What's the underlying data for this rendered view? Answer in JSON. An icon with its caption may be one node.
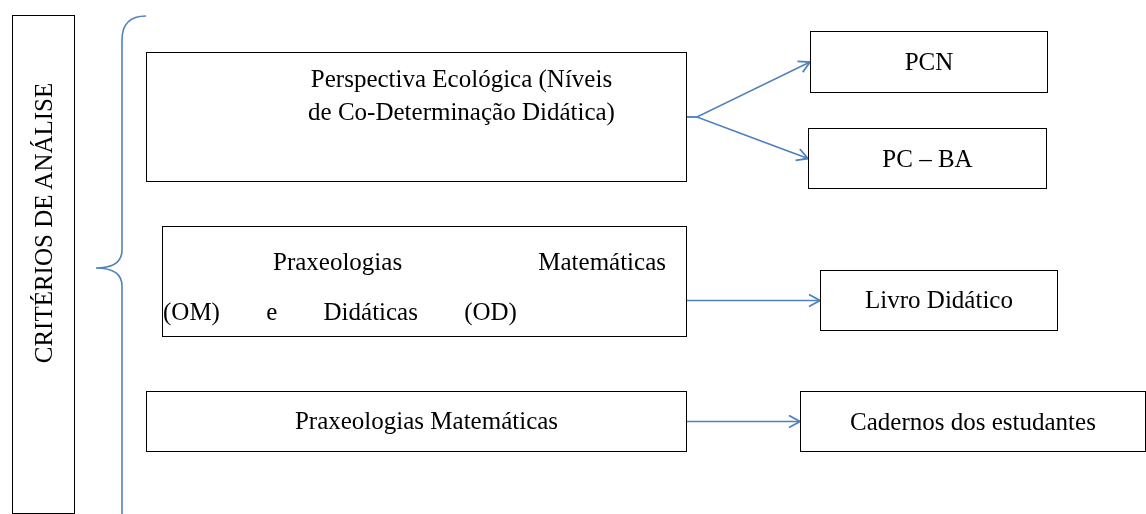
{
  "diagram": {
    "nodes": [
      {
        "text": [
          "CRITÉRIOS DE ANÁLISE"
        ]
      },
      {
        "text": [
          "Perspectiva Ecológica (Níveis de Co-Determinação Didática)"
        ]
      },
      {
        "text": [
          "Praxeologias Matemáticas (OM) e Didáticas (OD)"
        ]
      },
      {
        "text": [
          "Praxeologias Matemáticas"
        ]
      },
      {
        "text": [
          "PCN"
        ]
      },
      {
        "text": [
          "PC – BA"
        ]
      },
      {
        "text": [
          "Livro Didático"
        ]
      },
      {
        "text": [
          "Cadernos dos estudantes"
        ]
      }
    ],
    "edges": [
      {
        "from": 1,
        "to": 4,
        "arrow": "to"
      },
      {
        "from": 1,
        "to": 5,
        "arrow": "to"
      },
      {
        "from": 2,
        "to": 6,
        "arrow": "to"
      },
      {
        "from": 3,
        "to": 7,
        "arrow": "to"
      }
    ]
  }
}
